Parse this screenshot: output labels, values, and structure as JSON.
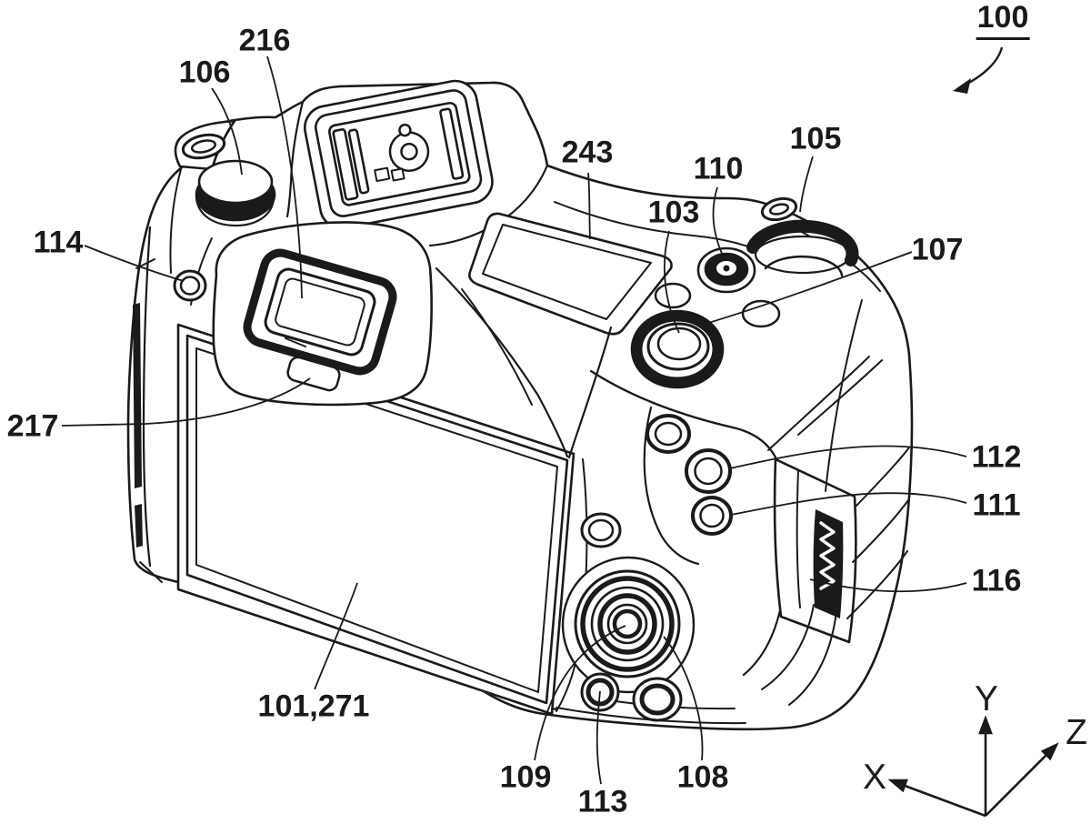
{
  "figure": {
    "figure_ref": {
      "text": "100"
    },
    "part_labels": [
      {
        "ref": "106"
      },
      {
        "ref": "216"
      },
      {
        "ref": "243"
      },
      {
        "ref": "110"
      },
      {
        "ref": "105"
      },
      {
        "ref": "103"
      },
      {
        "ref": "107"
      },
      {
        "ref": "114"
      },
      {
        "ref": "217"
      },
      {
        "ref": "112"
      },
      {
        "ref": "111"
      },
      {
        "ref": "116"
      },
      {
        "ref": "101,271"
      },
      {
        "ref": "109"
      },
      {
        "ref": "113"
      },
      {
        "ref": "108"
      }
    ],
    "axes": {
      "x": "X",
      "y": "Y",
      "z": "Z"
    },
    "colors": {
      "ink": "#1a1a1a",
      "paper": "#ffffff"
    }
  }
}
